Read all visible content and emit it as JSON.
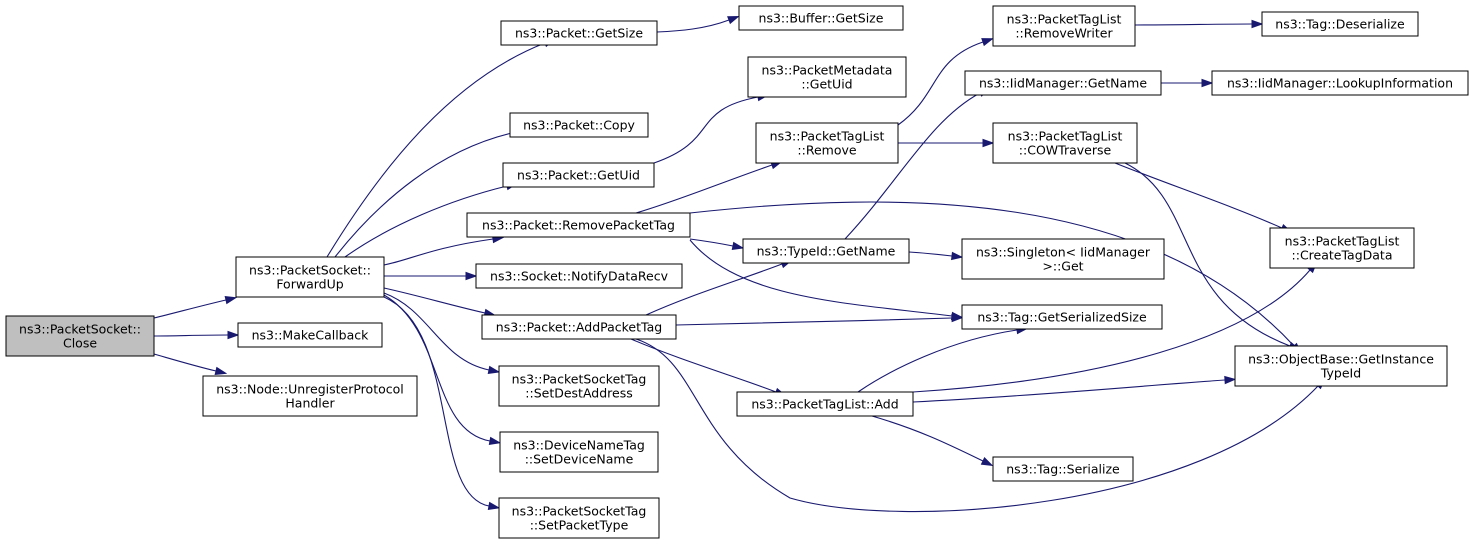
{
  "colors": {
    "edge": "#191970",
    "root_fill": "#bfbfbf",
    "node_fill": "#ffffff",
    "node_border": "#000000"
  },
  "nodes": [
    {
      "id": "close",
      "lines": [
        "ns3::PacketSocket::",
        "Close"
      ],
      "root": true
    },
    {
      "id": "forwardup",
      "lines": [
        "ns3::PacketSocket::",
        "ForwardUp"
      ]
    },
    {
      "id": "makecallback",
      "lines": [
        "ns3::MakeCallback"
      ]
    },
    {
      "id": "unregister",
      "lines": [
        "ns3::Node::UnregisterProtocol",
        "Handler"
      ]
    },
    {
      "id": "getsize",
      "lines": [
        "ns3::Packet::GetSize"
      ]
    },
    {
      "id": "copy",
      "lines": [
        "ns3::Packet::Copy"
      ]
    },
    {
      "id": "getuid",
      "lines": [
        "ns3::Packet::GetUid"
      ]
    },
    {
      "id": "removepackettag",
      "lines": [
        "ns3::Packet::RemovePacketTag"
      ]
    },
    {
      "id": "notifydatarecv",
      "lines": [
        "ns3::Socket::NotifyDataRecv"
      ]
    },
    {
      "id": "addpackettag",
      "lines": [
        "ns3::Packet::AddPacketTag"
      ]
    },
    {
      "id": "setdestaddress",
      "lines": [
        "ns3::PacketSocketTag",
        "::SetDestAddress"
      ]
    },
    {
      "id": "setdevicename",
      "lines": [
        "ns3::DeviceNameTag",
        "::SetDeviceName"
      ]
    },
    {
      "id": "setpackettype",
      "lines": [
        "ns3::PacketSocketTag",
        "::SetPacketType"
      ]
    },
    {
      "id": "buffergetsize",
      "lines": [
        "ns3::Buffer::GetSize"
      ]
    },
    {
      "id": "metadatagetuid",
      "lines": [
        "ns3::PacketMetadata",
        "::GetUid"
      ]
    },
    {
      "id": "ptlremove",
      "lines": [
        "ns3::PacketTagList",
        "::Remove"
      ]
    },
    {
      "id": "typeidgetname",
      "lines": [
        "ns3::TypeId::GetName"
      ]
    },
    {
      "id": "ptladd",
      "lines": [
        "ns3::PacketTagList::Add"
      ]
    },
    {
      "id": "removewriter",
      "lines": [
        "ns3::PacketTagList",
        "::RemoveWriter"
      ]
    },
    {
      "id": "iidgetname",
      "lines": [
        "ns3::IidManager::GetName"
      ]
    },
    {
      "id": "cowtraverse",
      "lines": [
        "ns3::PacketTagList",
        "::COWTraverse"
      ]
    },
    {
      "id": "singletonget",
      "lines": [
        "ns3::Singleton< IidManager",
        ">::Get"
      ]
    },
    {
      "id": "getserializedsize",
      "lines": [
        "ns3::Tag::GetSerializedSize"
      ]
    },
    {
      "id": "tagserialize",
      "lines": [
        "ns3::Tag::Serialize"
      ]
    },
    {
      "id": "tagdeserialize",
      "lines": [
        "ns3::Tag::Deserialize"
      ]
    },
    {
      "id": "lookupinformation",
      "lines": [
        "ns3::IidManager::LookupInformation"
      ]
    },
    {
      "id": "createtagdata",
      "lines": [
        "ns3::PacketTagList",
        "::CreateTagData"
      ]
    },
    {
      "id": "getinstancetypeid",
      "lines": [
        "ns3::ObjectBase::GetInstance",
        "TypeId"
      ]
    }
  ],
  "edges": [
    [
      "close",
      "forwardup"
    ],
    [
      "close",
      "makecallback"
    ],
    [
      "close",
      "unregister"
    ],
    [
      "forwardup",
      "getsize"
    ],
    [
      "forwardup",
      "copy"
    ],
    [
      "forwardup",
      "getuid"
    ],
    [
      "forwardup",
      "removepackettag"
    ],
    [
      "forwardup",
      "notifydatarecv"
    ],
    [
      "forwardup",
      "addpackettag"
    ],
    [
      "forwardup",
      "setdestaddress"
    ],
    [
      "forwardup",
      "setdevicename"
    ],
    [
      "forwardup",
      "setpackettype"
    ],
    [
      "getsize",
      "buffergetsize"
    ],
    [
      "getuid",
      "metadatagetuid"
    ],
    [
      "removepackettag",
      "ptlremove"
    ],
    [
      "removepackettag",
      "typeidgetname"
    ],
    [
      "removepackettag",
      "getserializedsize"
    ],
    [
      "removepackettag",
      "getinstancetypeid"
    ],
    [
      "addpackettag",
      "typeidgetname"
    ],
    [
      "addpackettag",
      "getserializedsize"
    ],
    [
      "addpackettag",
      "ptladd"
    ],
    [
      "addpackettag",
      "getinstancetypeid"
    ],
    [
      "ptlremove",
      "removewriter"
    ],
    [
      "ptlremove",
      "cowtraverse"
    ],
    [
      "typeidgetname",
      "iidgetname"
    ],
    [
      "typeidgetname",
      "singletonget"
    ],
    [
      "ptladd",
      "getserializedsize"
    ],
    [
      "ptladd",
      "tagserialize"
    ],
    [
      "ptladd",
      "createtagdata"
    ],
    [
      "ptladd",
      "getinstancetypeid"
    ],
    [
      "removewriter",
      "tagdeserialize"
    ],
    [
      "iidgetname",
      "lookupinformation"
    ],
    [
      "cowtraverse",
      "createtagdata"
    ],
    [
      "cowtraverse",
      "getinstancetypeid"
    ]
  ]
}
